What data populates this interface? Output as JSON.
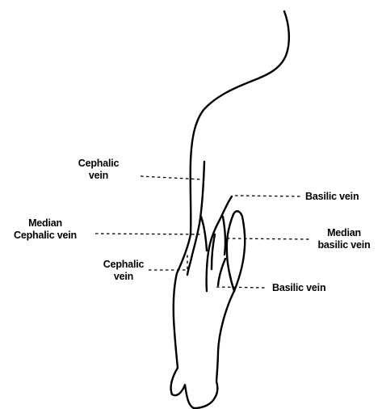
{
  "labels": {
    "cephalic_vein_upper": {
      "line1": "Cephalic",
      "line2": "vein"
    },
    "median_cephalic_vein": {
      "line1": "Median",
      "line2": "Cephalic vein"
    },
    "cephalic_vein_lower": {
      "line1": "Cephalic",
      "line2": "vein"
    },
    "basilic_vein_upper": {
      "line1": "Basilic vein"
    },
    "median_basilic_vein": {
      "line1": "Median",
      "line2": "basilic vein"
    },
    "basilic_vein_lower": {
      "line1": "Basilic vein"
    }
  },
  "colors": {
    "stroke": "#000000",
    "background": "#ffffff"
  }
}
